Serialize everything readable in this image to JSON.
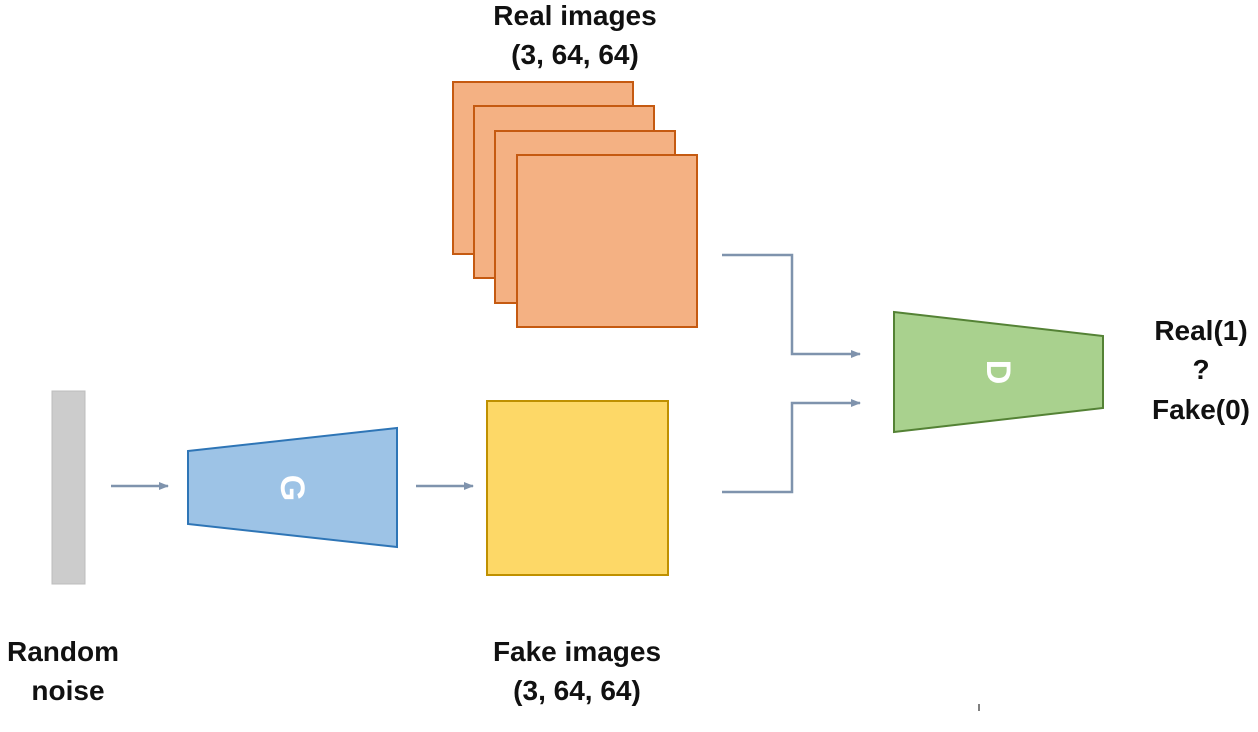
{
  "labels": {
    "real_images_title": "Real images",
    "real_images_shape": "(3, 64, 64)",
    "fake_images_title": "Fake images",
    "fake_images_shape": "(3, 64, 64)",
    "noise_line1": "Random",
    "noise_line2": "noise",
    "generator": "G",
    "discriminator": "D",
    "out_real": "Real(1)",
    "out_question": "?",
    "out_fake": "Fake(0)"
  },
  "colors": {
    "real_fill": "#f4b183",
    "real_stroke": "#c55a11",
    "fake_fill": "#fdd867",
    "fake_stroke": "#bf9000",
    "noise_fill": "#cccccc",
    "generator_fill": "#9dc3e6",
    "generator_stroke": "#2e75b6",
    "discriminator_fill": "#a9d18e",
    "discriminator_stroke": "#548235",
    "arrow": "#7f93ad"
  }
}
